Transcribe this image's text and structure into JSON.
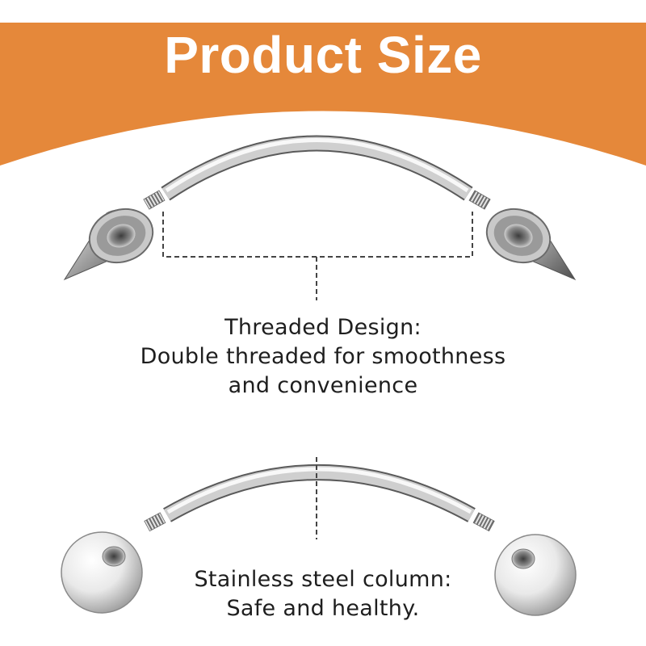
{
  "banner": {
    "title": "Product Size",
    "color": "#e5883a"
  },
  "threaded_section": {
    "line1": "Threaded Design:",
    "line2": "Double threaded for smoothness",
    "line3": "and convenience",
    "end_type": "spike-icon"
  },
  "steel_section": {
    "line1": "Stainless steel column:",
    "line2": "Safe and healthy.",
    "end_type": "ball-icon"
  },
  "colors": {
    "steel_light": "#f4f4f4",
    "steel_mid": "#b8b8b8",
    "steel_dark": "#5e5e5e",
    "text": "#1e1e1e",
    "dashes": "#444444"
  }
}
